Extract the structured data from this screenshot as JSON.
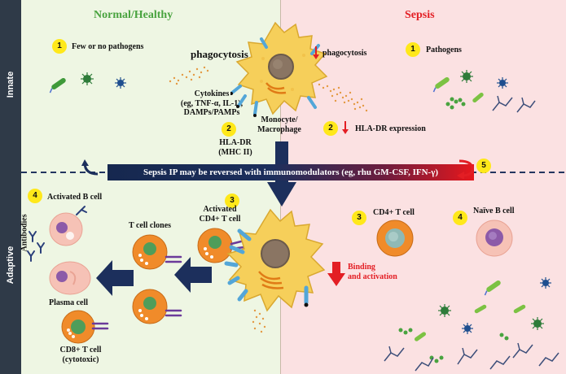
{
  "sections": {
    "left_title": "Normal/Healthy",
    "right_title": "Sepsis",
    "innate_label": "Innate",
    "adaptive_label": "Adaptive"
  },
  "innate_left": {
    "badge1": "1",
    "pathogens_text": "Few or no pathogens",
    "phagocytosis": "phagocytosis",
    "cytokines": [
      "Cytokines",
      "(eg, TNF-α, IL-1),",
      "DAMPs/PAMPs"
    ],
    "monocyte": [
      "Monocyte/",
      "Macrophage"
    ],
    "badge2": "2",
    "hla": [
      "HLA-DR",
      "(MHC II)"
    ]
  },
  "innate_right": {
    "phagocytosis_down": "phagocytosis",
    "badge1": "1",
    "pathogens": "Pathogens",
    "badge2": "2",
    "hla_down": "HLA-DR expression"
  },
  "banner": {
    "text": "Sepsis IP may be reversed with immunomodulators (eg, rhu GM-CSF, IFN-γ)",
    "badge5": "5"
  },
  "adaptive_left": {
    "badge4": "4",
    "activated_b": "Activated B cell",
    "antibodies": "Antibodies",
    "plasma": "Plasma cell",
    "t_clones": "T cell clones",
    "badge3": "3",
    "activated_cd4": [
      "Activated",
      "CD4+ T cell"
    ],
    "cd8": [
      "CD8+ T cell",
      "(cytotoxic)"
    ]
  },
  "adaptive_right": {
    "badge3": "3",
    "cd4": "CD4+ T cell",
    "badge4": "4",
    "naive_b": "Naïve B cell",
    "binding": [
      "Binding",
      "and activation"
    ]
  },
  "colors": {
    "healthy_green": "#49a33f",
    "sepsis_red": "#e31e24",
    "navy": "#1c2f5c",
    "macrophage": "#f6cf5a",
    "badge_yellow": "#ffe81a"
  }
}
